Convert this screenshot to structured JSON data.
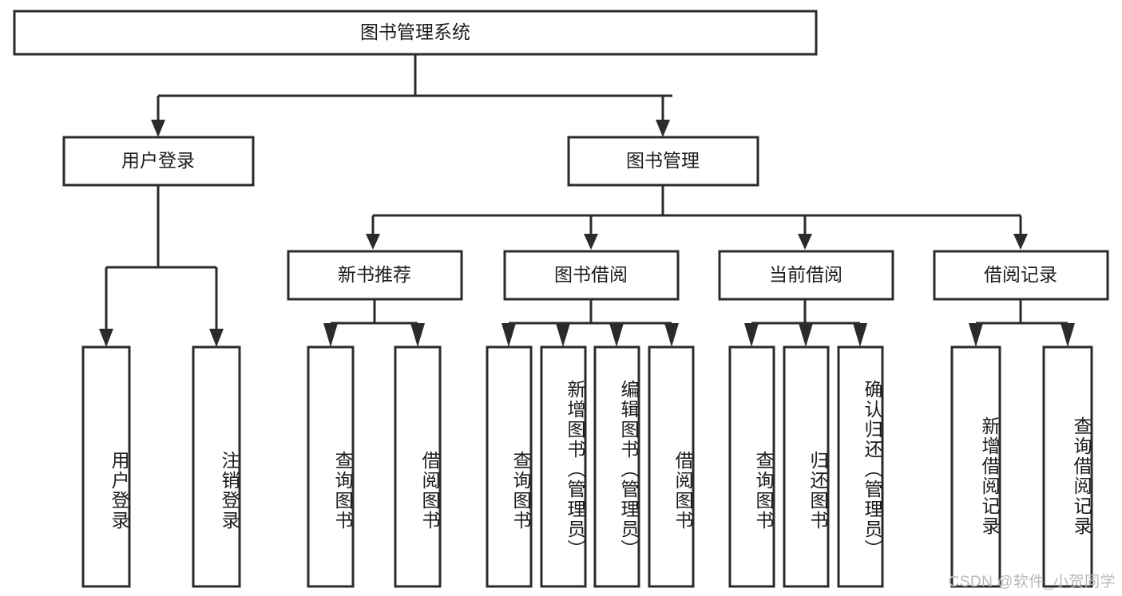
{
  "diagram": {
    "title": "图书管理系统",
    "type": "tree-hierarchy-chart",
    "levels": 4,
    "nodes": {
      "root": {
        "label": "图书管理系统"
      },
      "level2": [
        {
          "id": "user-login",
          "label": "用户登录"
        },
        {
          "id": "book-manage",
          "label": "图书管理"
        }
      ],
      "level3": [
        {
          "id": "new-book-recommend",
          "label": "新书推荐",
          "parent": "book-manage"
        },
        {
          "id": "book-borrow",
          "label": "图书借阅",
          "parent": "book-manage"
        },
        {
          "id": "current-borrow",
          "label": "当前借阅",
          "parent": "book-manage"
        },
        {
          "id": "borrow-record",
          "label": "借阅记录",
          "parent": "book-manage"
        }
      ],
      "leaves": {
        "user-login": [
          {
            "id": "leaf-user-login",
            "label": "用户登录"
          },
          {
            "id": "leaf-user-logout",
            "label": "注销登录"
          }
        ],
        "new-book-recommend": [
          {
            "id": "leaf-query-book-1",
            "label": "查询图书"
          },
          {
            "id": "leaf-borrow-book-1",
            "label": "借阅图书"
          }
        ],
        "book-borrow": [
          {
            "id": "leaf-query-book-2",
            "label": "查询图书"
          },
          {
            "id": "leaf-add-book",
            "label": "新增图书（管理员）"
          },
          {
            "id": "leaf-edit-book",
            "label": "编辑图书（管理员）"
          },
          {
            "id": "leaf-borrow-book-2",
            "label": "借阅图书"
          }
        ],
        "current-borrow": [
          {
            "id": "leaf-query-book-3",
            "label": "查询图书"
          },
          {
            "id": "leaf-return-book",
            "label": "归还图书"
          },
          {
            "id": "leaf-confirm-return",
            "label": "确认归还（管理员）"
          }
        ],
        "borrow-record": [
          {
            "id": "leaf-add-record",
            "label": "新增借阅记录"
          },
          {
            "id": "leaf-query-record",
            "label": "查询借阅记录"
          }
        ]
      }
    },
    "colors": {
      "background": "#ffffff",
      "box_fill": "#ffffff",
      "box_stroke": "#2b2b2b",
      "text": "#1c1c1c",
      "watermark": "#b9b9b9"
    }
  },
  "watermark": {
    "text": "CSDN @软件_小贺同学"
  }
}
